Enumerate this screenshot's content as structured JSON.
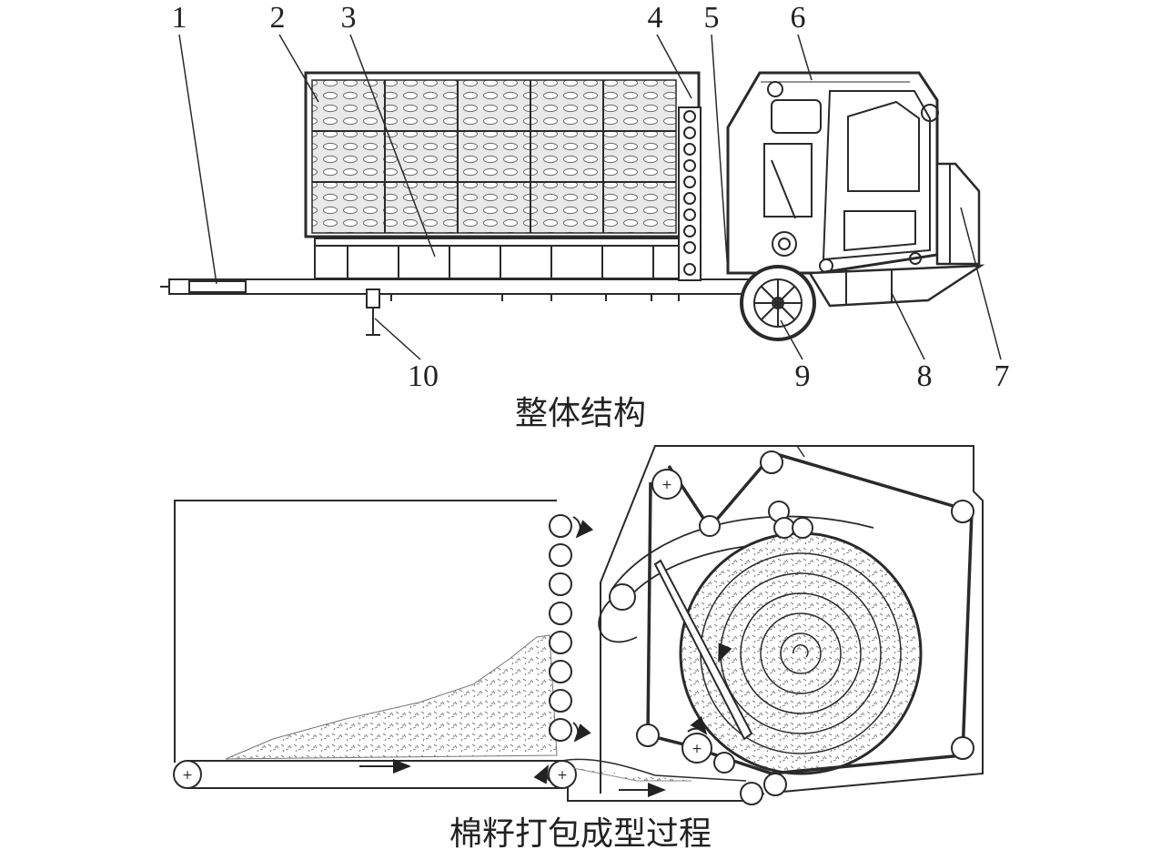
{
  "figure": {
    "top_caption": "整体结构",
    "bottom_caption": "棉籽打包成型过程",
    "part_labels": [
      "1",
      "2",
      "3",
      "4",
      "5",
      "6",
      "7",
      "8",
      "9",
      "10"
    ]
  },
  "colors": {
    "line": "#2a2a2a",
    "fill": "#ffffff",
    "pattern": "#5a5a5a",
    "seed": "#8a8a8a"
  }
}
